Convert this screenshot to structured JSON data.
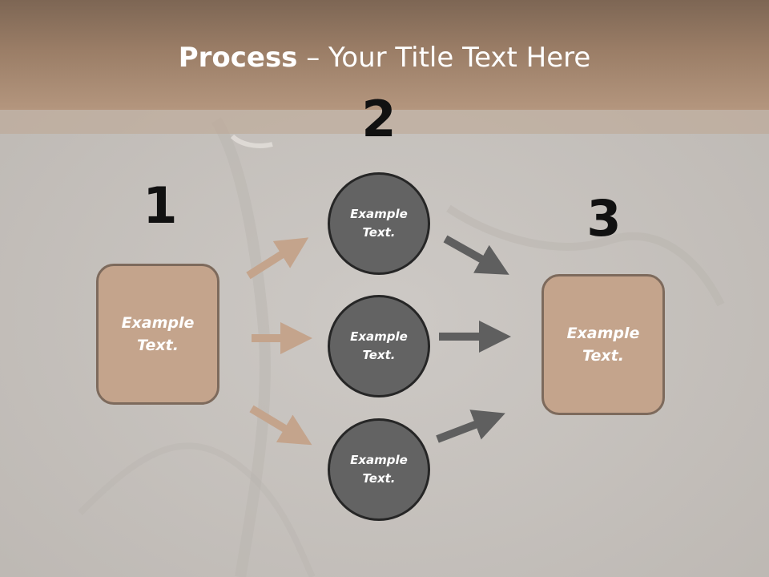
{
  "title": {
    "bold": "Process",
    "rest": " – Your Title Text Here"
  },
  "steps": {
    "one": "1",
    "two": "2",
    "three": "3"
  },
  "left_box": {
    "text_line1": "Example",
    "text_line2": "Text."
  },
  "right_box": {
    "text_line1": "Example",
    "text_line2": "Text."
  },
  "circles": [
    {
      "text_line1": "Example",
      "text_line2": "Text."
    },
    {
      "text_line1": "Example",
      "text_line2": "Text."
    },
    {
      "text_line1": "Example",
      "text_line2": "Text."
    }
  ],
  "colors": {
    "header": "#9a7d66",
    "box_fill": "#c4a48c",
    "circle_fill": "#636363",
    "arrow_tan": "#c4a48c",
    "arrow_dark": "#5f5f5f"
  }
}
